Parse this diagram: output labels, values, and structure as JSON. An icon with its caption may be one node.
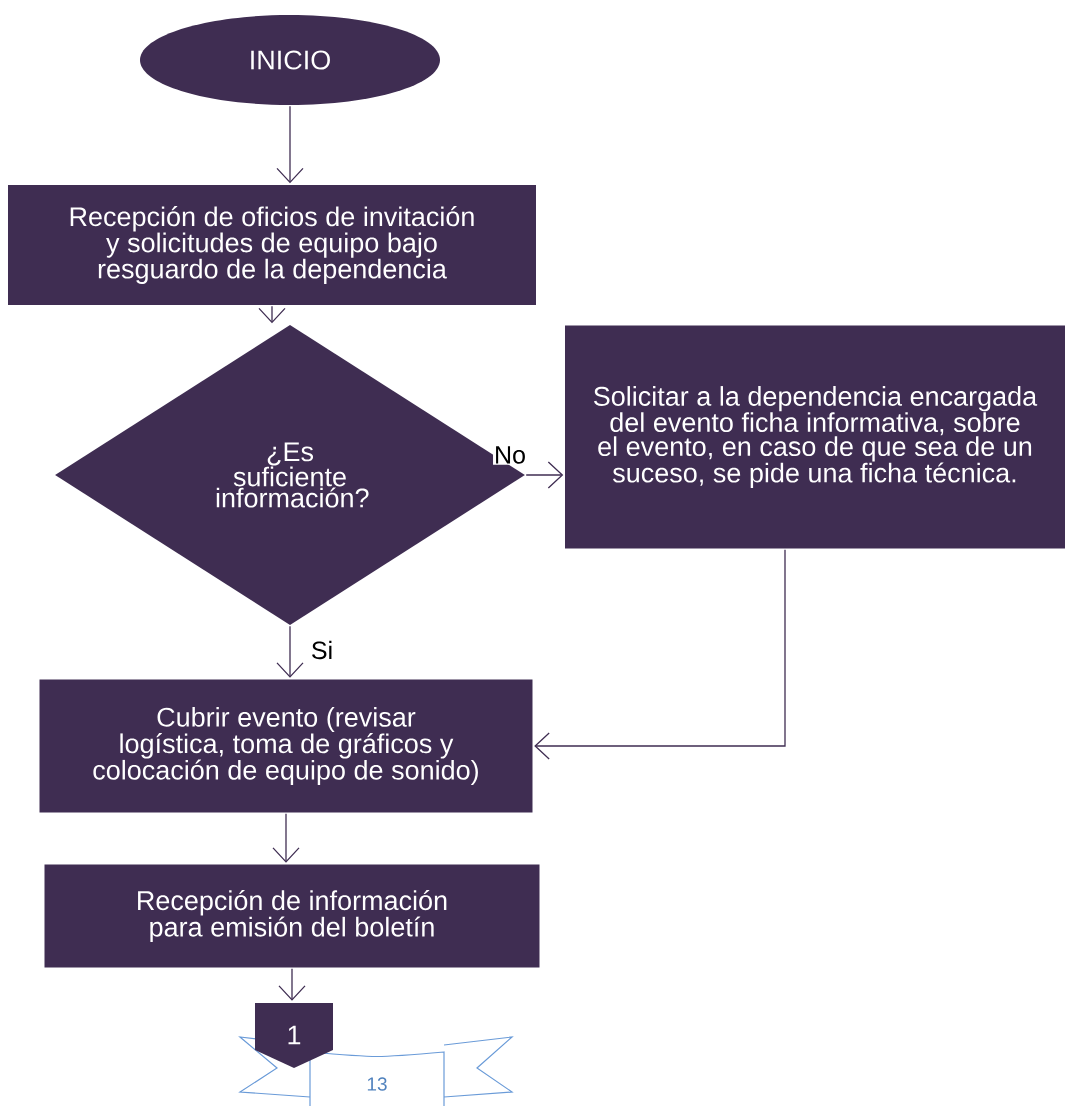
{
  "diagram": {
    "nodes": [
      {
        "text": [
          "INICIO"
        ]
      },
      {
        "text": [
          "Recepción de oficios de invitación y solicitudes de equipo bajo resguardo de la dependencia"
        ]
      },
      {
        "text": [
          "¿Es suficiente información?"
        ]
      },
      {
        "text": [
          "Solicitar a la dependencia encargada del evento ficha informativa, sobre el evento, en caso de que sea de un suceso, se pide una ficha técnica."
        ]
      },
      {
        "text": [
          "Cubrir evento (revisar logística, toma de gráficos y colocación de equipo de sonido)"
        ]
      },
      {
        "text": [
          "Recepción de información para emisión del boletín"
        ]
      },
      {
        "text": [
          "1"
        ]
      }
    ],
    "edges": [
      {
        "from": 0,
        "to": 1,
        "arrow": "to"
      },
      {
        "from": 1,
        "to": 2,
        "arrow": "to"
      },
      {
        "from": 2,
        "to": 3,
        "arrow": "to",
        "label": "No"
      },
      {
        "from": 2,
        "to": 4,
        "arrow": "to",
        "label": "Si"
      },
      {
        "from": 3,
        "to": 4,
        "arrow": "to"
      },
      {
        "from": 4,
        "to": 5,
        "arrow": "to"
      },
      {
        "from": 5,
        "to": 6,
        "arrow": "to"
      }
    ],
    "labels": [
      "13"
    ]
  }
}
